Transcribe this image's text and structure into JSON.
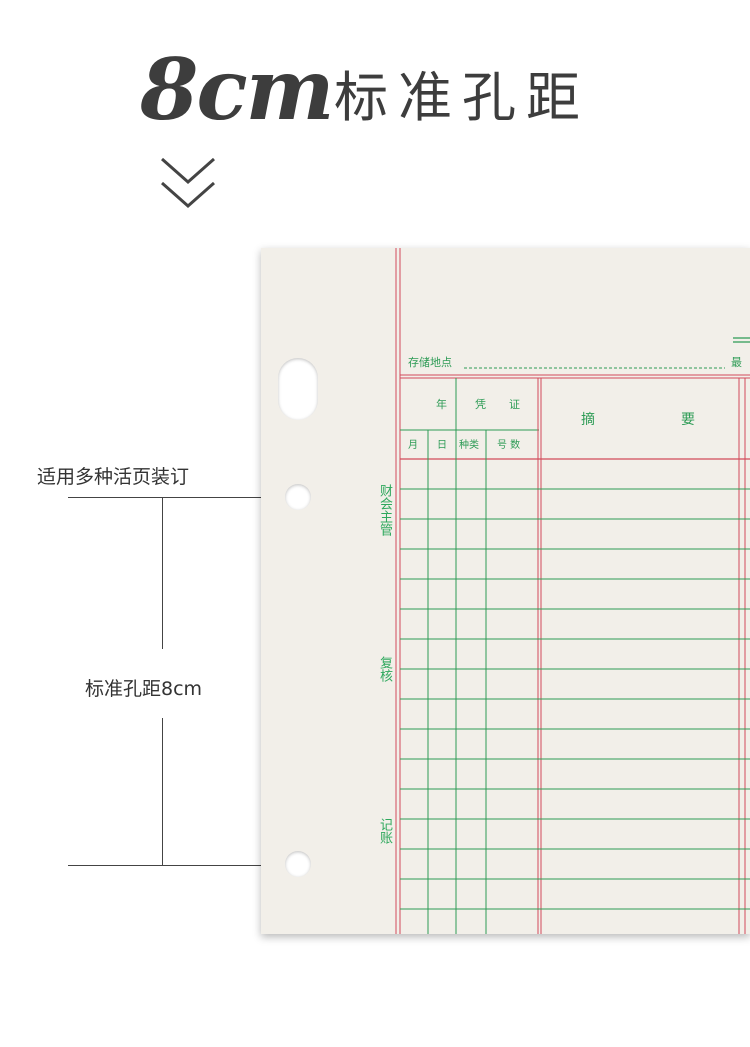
{
  "headline": {
    "size": "8cm",
    "text": "标准孔距"
  },
  "annotations": {
    "binding": "适用多种活页装订",
    "spacing": "标准孔距8cm"
  },
  "sheet": {
    "side_labels": [
      "财会主管",
      "复核",
      "记账"
    ],
    "storage_label": "存储地点",
    "corner_text": "最",
    "header": {
      "year": "年",
      "voucher": "凭",
      "voucher2": "证",
      "month": "月",
      "day": "日",
      "type": "种类",
      "number": "号 数",
      "summary1": "摘",
      "summary2": "要"
    }
  },
  "colors": {
    "accent_green": "#2d9b55",
    "accent_red": "#d24a5a",
    "paper": "#f2efe9"
  }
}
